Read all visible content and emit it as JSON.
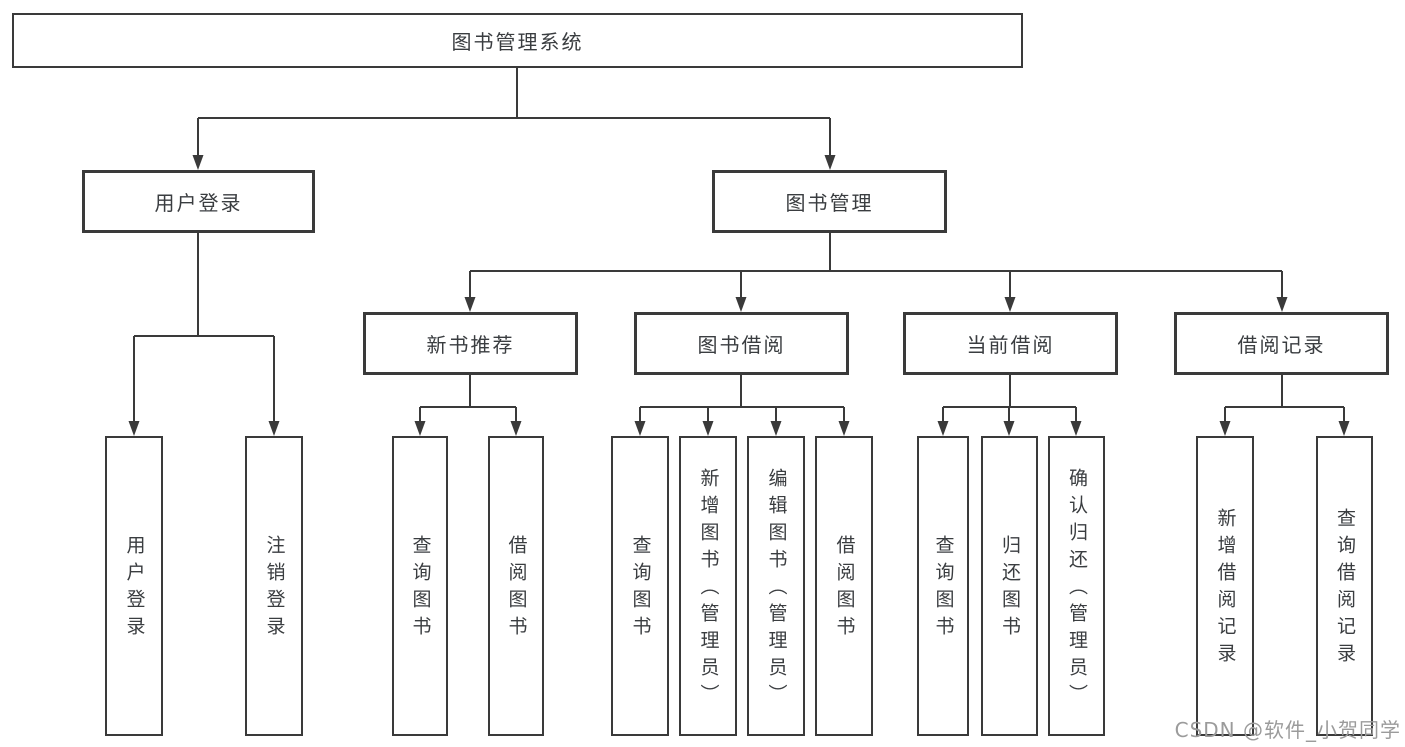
{
  "diagram": {
    "root": {
      "label": "图书管理系统"
    },
    "branches": [
      {
        "label": "用户登录",
        "children": [
          {
            "label": "用户登录"
          },
          {
            "label": "注销登录"
          }
        ]
      },
      {
        "label": "图书管理",
        "children": [
          {
            "label": "新书推荐",
            "children": [
              {
                "label": "查询图书"
              },
              {
                "label": "借阅图书"
              }
            ]
          },
          {
            "label": "图书借阅",
            "children": [
              {
                "label": "查询图书"
              },
              {
                "label": "新增图书（管理员）"
              },
              {
                "label": "编辑图书（管理员）"
              },
              {
                "label": "借阅图书"
              }
            ]
          },
          {
            "label": "当前借阅",
            "children": [
              {
                "label": "查询图书"
              },
              {
                "label": "归还图书"
              },
              {
                "label": "确认归还（管理员）"
              }
            ]
          },
          {
            "label": "借阅记录",
            "children": [
              {
                "label": "新增借阅记录"
              },
              {
                "label": "查询借阅记录"
              }
            ]
          }
        ]
      }
    ]
  },
  "watermark": {
    "text": "CSDN @软件_小贺同学"
  },
  "colors": {
    "line": "#3a3a3a",
    "box_border": "#3a3a3a",
    "box_fill": "#ffffff",
    "text": "#3a3d40",
    "watermark": "#9b9b9b",
    "background": "#ffffff"
  }
}
